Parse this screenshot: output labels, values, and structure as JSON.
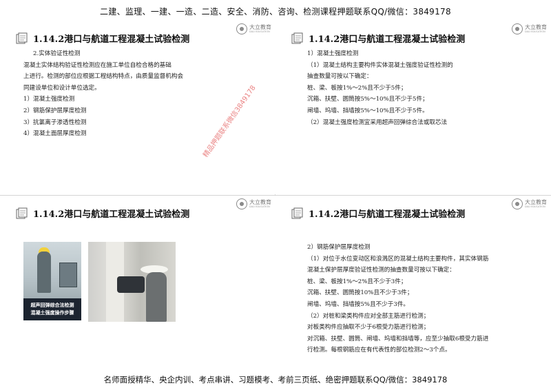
{
  "header": {
    "banner": "二建、监理、一建、一造、二造、安全、消防、咨询、检测课程押题联系QQ/微信：3849178"
  },
  "footer": {
    "banner": "名师面授精华、央企内训、考点串讲、习题模考、考前三页纸、绝密押题联系QQ/微信：3849178"
  },
  "logo": {
    "name": "大立教育",
    "tagline": "DALI EDUCATION"
  },
  "watermark": "精品押题联系微信3849178",
  "slides": [
    {
      "title": "1.14.2港口与航道工程混凝土试验检测",
      "lines": [
        "2.实体验证性检测",
        "    混凝土实体结构验证性检测应在施工单位自检合格的基础",
        "上进行。检测的部位应根据工程结构特点，由质量监督机构会",
        "同建设单位和设计单位选定。",
        "    1）混凝土强度检测",
        "    2）钢筋保护层厚度检测",
        "    3）抗氯离子渗透性检测",
        "    4）混凝土面层厚度检测"
      ]
    },
    {
      "title": "1.14.2港口与航道工程混凝土试验检测",
      "lines": [
        "  1）混凝土强度检测",
        "    （1）混凝土结构主要构件实体混凝土强度验证性检测的",
        "抽查数量可按以下确定：",
        "    桩、梁、板按1%～2%且不少于5件；",
        "    沉箱、扶壁、圆筒按5%～10%且不少于5件；",
        "    闸墙、坞墙、挡墙按5%～10%且不少于5件。",
        "    （2）混凝土强度检测宜采用超声回弹综合法或取芯法"
      ]
    },
    {
      "title": "1.14.2港口与航道工程混凝土试验检测",
      "photo_caption": [
        "超声回弹综合法检测",
        "混凝土强度操作步骤"
      ]
    },
    {
      "title": "1.14.2港口与航道工程混凝土试验检测",
      "lines": [
        "  2）钢筋保护层厚度检测",
        "    （1）对位于水位变动区和浪溅区的混凝土结构主要构件，其实体钢筋",
        "混凝土保护层厚度验证性检测的抽查数量可按以下确定：",
        "    桩、梁、板按1%～2%且不少于3件；",
        "    沉箱、扶壁、圆筒按10%且不少于3件；",
        "    闸墙、坞墙、挡墙按5%且不少于3件。",
        "    （2）对桩和梁类构件应对全部主筋进行检测；",
        "    对板类构件应抽取不少于6根受力筋进行检测；",
        "    对沉箱、扶壁、圆筒、闸墙、坞墙和挡墙等，应至少抽取6根受力筋进",
        "行检测。每根钢筋应在有代表性的部位检测2～3个点。"
      ]
    }
  ]
}
